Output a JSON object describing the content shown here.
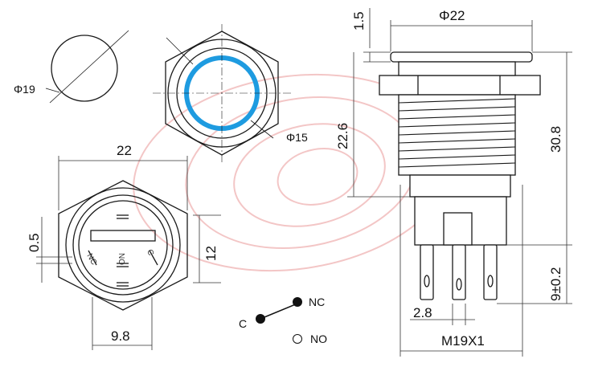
{
  "colors": {
    "line": "#1a1a1a",
    "ring": "#1e9be0",
    "watermark": "#f2b8b8",
    "dim": "#333333"
  },
  "circle_view": {
    "diameter_label": "Φ19"
  },
  "front_view": {
    "ring_label": "Φ15",
    "ring_color_name": "blue LED ring"
  },
  "bottom_view": {
    "width_label": "22",
    "left_label": "0.5",
    "right_label": "12",
    "bottom_label": "9.8",
    "pin_labels": [
      "NC",
      "NO",
      "C"
    ]
  },
  "side_view": {
    "top_diameter_label": "Φ22",
    "cap_label": "1.5",
    "body_label": "22.6",
    "total_label": "30.8",
    "pin_length_label": "9±0.2",
    "pin_pitch_label": "2.8",
    "thread_label": "M19X1"
  },
  "schematic": {
    "c_label": "C",
    "nc_label": "NC",
    "no_label": "NO"
  }
}
